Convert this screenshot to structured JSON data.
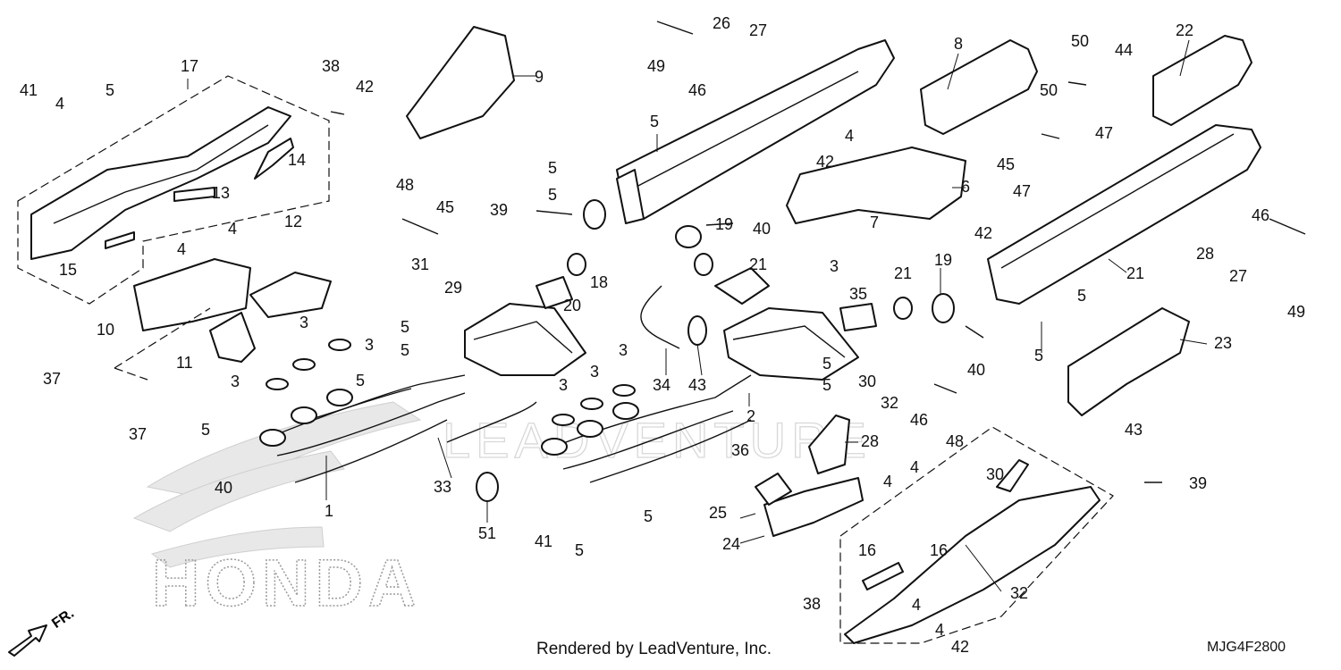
{
  "footer": "Rendered by LeadVenture, Inc.",
  "diagram_code": "MJG4F2800",
  "front_indicator": "FR.",
  "watermark_brand": "HONDA",
  "watermark_company": "LEADVENTURE",
  "callouts": [
    "1",
    "2",
    "3",
    "3",
    "3",
    "3",
    "3",
    "3",
    "3",
    "4",
    "4",
    "4",
    "4",
    "4",
    "4",
    "4",
    "4",
    "5",
    "5",
    "5",
    "5",
    "5",
    "5",
    "5",
    "5",
    "5",
    "5",
    "5",
    "5",
    "5",
    "5",
    "6",
    "7",
    "8",
    "9",
    "10",
    "11",
    "12",
    "13",
    "14",
    "15",
    "16",
    "16",
    "17",
    "18",
    "19",
    "19",
    "20",
    "21",
    "21",
    "21",
    "22",
    "23",
    "24",
    "25",
    "26",
    "27",
    "27",
    "28",
    "28",
    "29",
    "30",
    "30",
    "31",
    "32",
    "32",
    "33",
    "34",
    "35",
    "36",
    "37",
    "37",
    "38",
    "38",
    "39",
    "39",
    "40",
    "40",
    "40",
    "41",
    "41",
    "42",
    "42",
    "42",
    "42",
    "43",
    "43",
    "44",
    "45",
    "45",
    "46",
    "46",
    "46",
    "47",
    "47",
    "48",
    "48",
    "49",
    "49",
    "50",
    "50",
    "51"
  ]
}
